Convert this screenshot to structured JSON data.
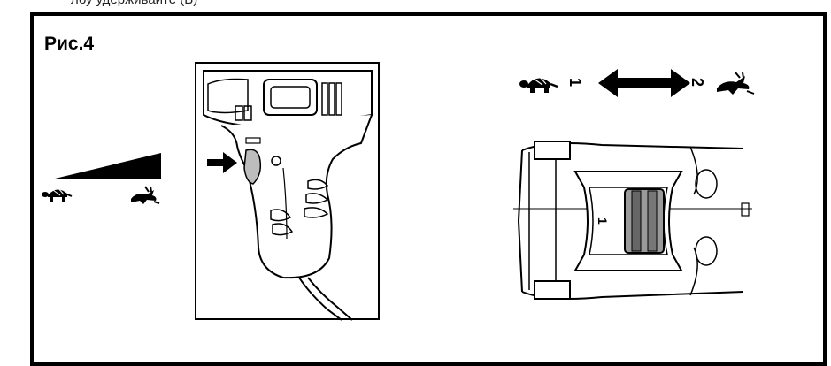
{
  "top_caption": "лбу удерживайте (В)",
  "figure_label": "Рис.4",
  "speed_selector": {
    "position_1": "1",
    "position_2": "2",
    "slider_mark": "1"
  },
  "icons": {
    "slow": "turtle-icon",
    "fast": "rabbit-icon",
    "direction": "double-arrow-icon",
    "press": "right-arrow-icon"
  },
  "colors": {
    "ink": "#000000",
    "trigger_fill": "#bdbdbd",
    "knob_fill": "#9a9a9a"
  }
}
